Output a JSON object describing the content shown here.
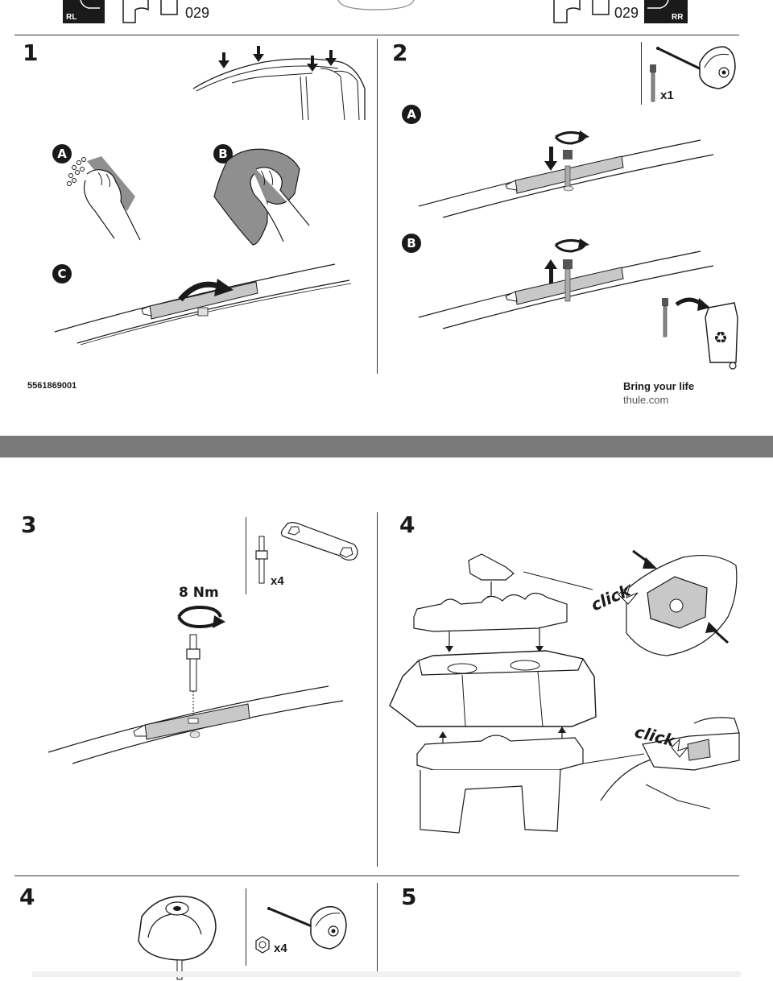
{
  "header": {
    "left_tag": "RL",
    "left_code": "029",
    "right_code": "029",
    "right_tag": "RR"
  },
  "page1": {
    "steps": {
      "s1": "1",
      "s2": "2"
    },
    "step1_badges": [
      "A",
      "B",
      "C"
    ],
    "step2_badges": [
      "A",
      "B"
    ],
    "step2_qty": "x1",
    "part_number": "5561869001",
    "tagline": "Bring your life",
    "website": "thule.com"
  },
  "page2": {
    "steps": {
      "s3": "3",
      "s4a": "4",
      "s4b": "4",
      "s5": "5"
    },
    "step3_qty": "x4",
    "torque": "8 Nm",
    "click_1": "click",
    "click_2": "click",
    "step4b_qty": "x4"
  },
  "colors": {
    "divider_band": "#7a7a7a",
    "ink": "#1a1a1a",
    "part_fill": "#c8c8c8"
  }
}
